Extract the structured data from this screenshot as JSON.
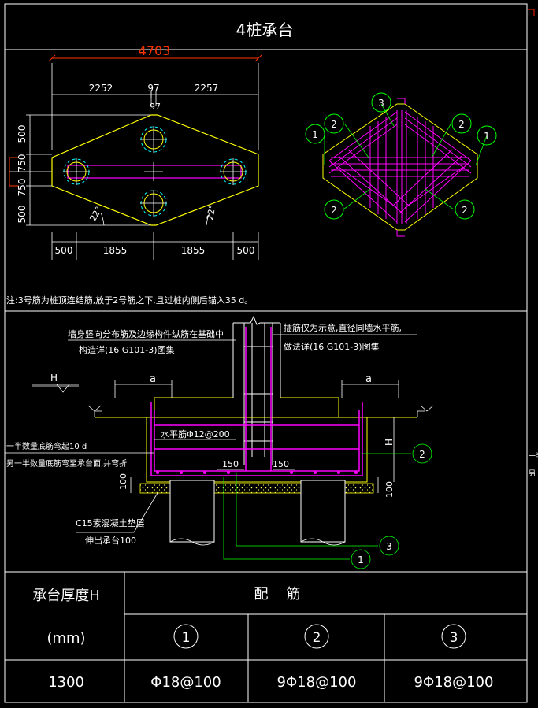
{
  "title": "4桩承台",
  "plan": {
    "overall_dim": "4703",
    "top_dims": [
      "2252",
      "97",
      "2257"
    ],
    "top_sub_dim": "97",
    "left_dims": [
      "500",
      "750",
      "750",
      "500"
    ],
    "bottom_dims": [
      "500",
      "1855",
      "1855",
      "500"
    ],
    "angle_left": "22°",
    "angle_right": "22°"
  },
  "rebar_plan": {
    "callouts": [
      "1",
      "2",
      "3",
      "2",
      "1",
      "2",
      "2"
    ]
  },
  "note": "注:3号筋为桩顶连结筋,放于2号筋之下,且过桩内侧后锚入35 d。",
  "section": {
    "label_wall_left_1": "墙身竖向分布筋及边缘构件纵筋在基础中",
    "label_wall_left_2": "构造详(16 G101-3)图集",
    "label_wall_right_1": "插筋仅为示意,直径同墙水平筋,",
    "label_wall_right_2": "做法详(16 G101-3)图集",
    "h_mark": "H",
    "a_left": "a",
    "a_right": "a",
    "horizontal_bar": "水平筋Φ12@200",
    "bend_note_1": "一半数量底筋弯起10 d",
    "bend_note_2": "另一半数量底筋弯至承台面,并弯折",
    "dim_150_left": "150",
    "dim_150_right": "150",
    "dim_100_left": "100",
    "dim_100_right": "100",
    "h_dim": "H",
    "cushion_1": "C15素混凝土垫层",
    "cushion_2": "伸出承台100",
    "callout_2": "2",
    "callout_3": "3",
    "callout_1": "1"
  },
  "table": {
    "header_left_1": "承台厚度H",
    "header_left_2": "(mm)",
    "header_right": "配    筋",
    "col_1": "1",
    "col_2": "2",
    "col_3": "3",
    "row_h": "1300",
    "row_c1": "Φ18@100",
    "row_c2": "9Φ18@100",
    "row_c3": "9Φ18@100"
  },
  "edge_text_1": "一半",
  "edge_text_2": "另一",
  "colors": {
    "frame": "#ffffff",
    "outline": "#ffff00",
    "rebar": "#ff00ff",
    "dim": "#00ff00",
    "accent": "#ff3300",
    "pile": "#00ffff"
  }
}
